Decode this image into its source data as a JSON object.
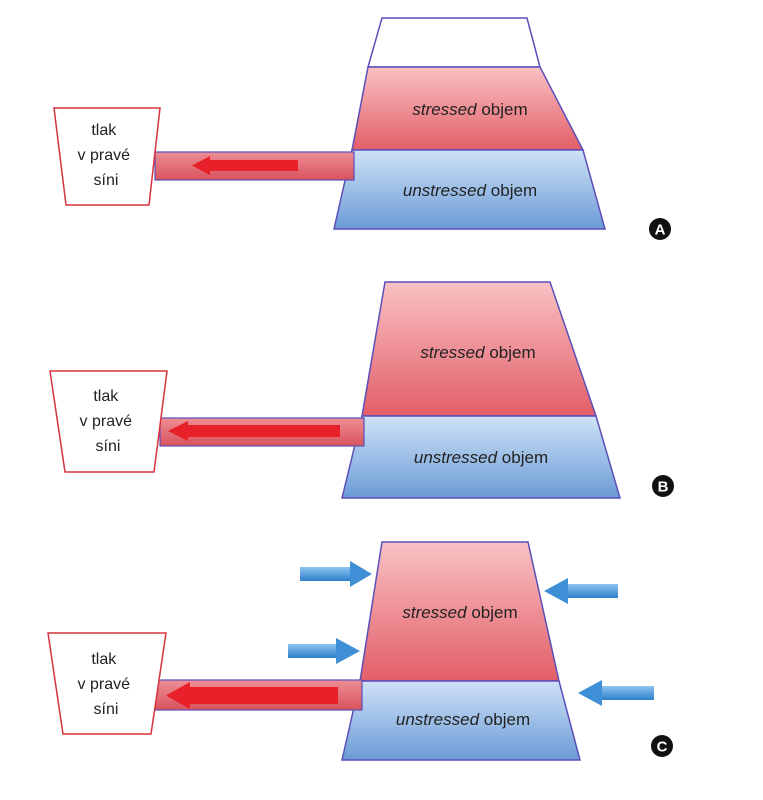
{
  "colors": {
    "stressed_light": "#f7b6b8",
    "stressed_dark": "#e0646c",
    "unstressed_light": "#c3daf2",
    "unstressed_dark": "#6f9fd8",
    "outline": "#5b4fb8",
    "arrow_red": "#e8202a",
    "arrow_blue": "#3f8fd6",
    "tube_fill": "#e7707a",
    "badge": "#111111"
  },
  "panels": [
    {
      "id": "A",
      "badge": "A",
      "stressed_word": "stressed",
      "unstressed_word": "unstressed",
      "objem": "objem",
      "pressure_label": [
        "tlak",
        "v pravé",
        "síni"
      ],
      "has_empty_top": true,
      "blue_arrows": 0
    },
    {
      "id": "B",
      "badge": "B",
      "stressed_word": "stressed",
      "unstressed_word": "unstressed",
      "objem": "objem",
      "pressure_label": [
        "tlak",
        "v pravé",
        "síni"
      ],
      "has_empty_top": false,
      "blue_arrows": 0
    },
    {
      "id": "C",
      "badge": "C",
      "stressed_word": "stressed",
      "unstressed_word": "unstressed",
      "objem": "objem",
      "pressure_label": [
        "tlak",
        "v pravé",
        "síni"
      ],
      "has_empty_top": false,
      "blue_arrows": 4
    }
  ]
}
